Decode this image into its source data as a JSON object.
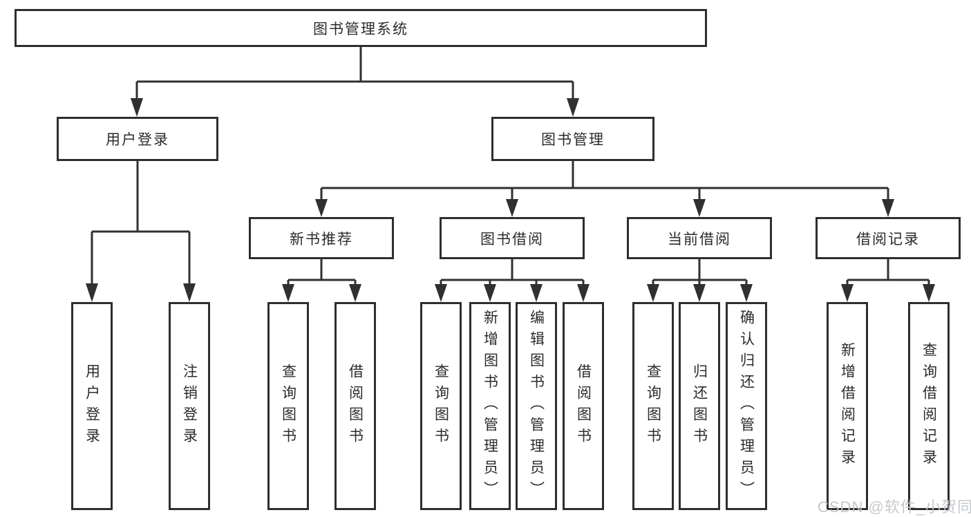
{
  "diagram_type": "hierarchy-tree",
  "colors": {
    "line": "#303030",
    "box_border": "#2e2e2e",
    "text": "#2b2b2b",
    "background": "#ffffff",
    "watermark": "#c2c6ca"
  },
  "watermark": "CSDN @软件_小贺同学",
  "tree": {
    "label": "图书管理系统",
    "children": [
      {
        "label": "用户登录",
        "children": [
          {
            "label": "用户登录"
          },
          {
            "label": "注销登录"
          }
        ]
      },
      {
        "label": "图书管理",
        "children": [
          {
            "label": "新书推荐",
            "children": [
              {
                "label": "查询图书"
              },
              {
                "label": "借阅图书"
              }
            ]
          },
          {
            "label": "图书借阅",
            "children": [
              {
                "label": "查询图书"
              },
              {
                "label": "新增图书（管理员）"
              },
              {
                "label": "编辑图书（管理员）"
              },
              {
                "label": "借阅图书"
              }
            ]
          },
          {
            "label": "当前借阅",
            "children": [
              {
                "label": "查询图书"
              },
              {
                "label": "归还图书"
              },
              {
                "label": "确认归还（管理员）"
              }
            ]
          },
          {
            "label": "借阅记录",
            "children": [
              {
                "label": "新增借阅记录"
              },
              {
                "label": "查询借阅记录"
              }
            ]
          }
        ]
      }
    ]
  }
}
